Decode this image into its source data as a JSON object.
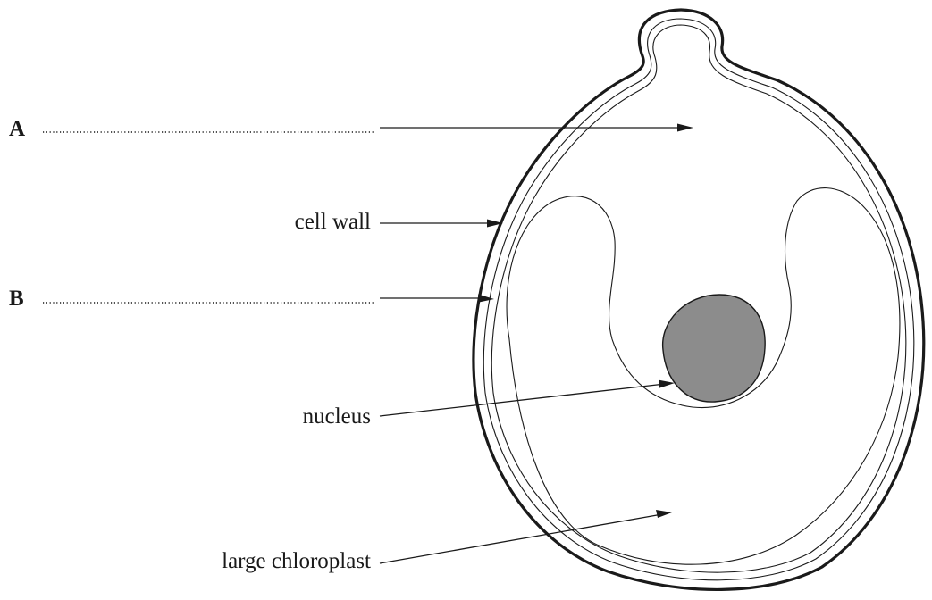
{
  "labels": {
    "a_letter": "A",
    "b_letter": "B",
    "cell_wall": "cell wall",
    "nucleus": "nucleus",
    "large_chloroplast": "large chloroplast"
  },
  "colors": {
    "outline": "#1a1a1a",
    "nucleus_fill": "#8c8c8c",
    "background": "#ffffff"
  }
}
